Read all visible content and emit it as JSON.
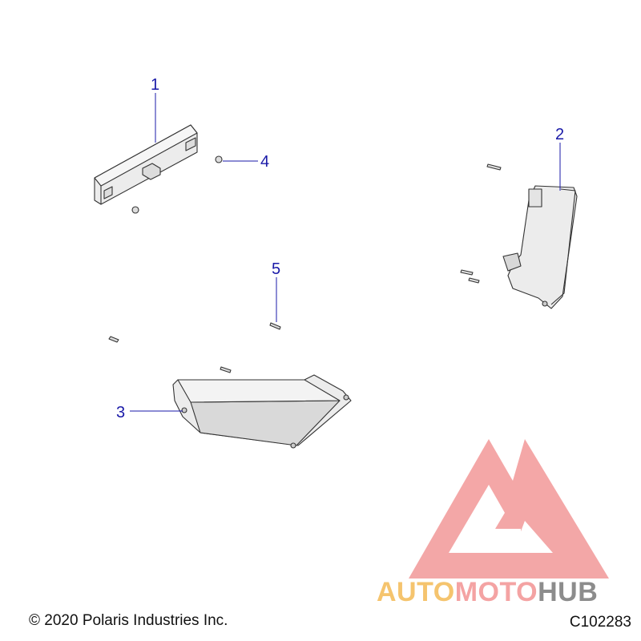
{
  "callouts": [
    {
      "id": "1",
      "label": "1"
    },
    {
      "id": "2",
      "label": "2"
    },
    {
      "id": "3",
      "label": "3"
    },
    {
      "id": "4",
      "label": "4"
    },
    {
      "id": "5",
      "label": "5"
    }
  ],
  "footer": {
    "copyright": "© 2020 Polaris Industries Inc.",
    "figure_code": "C102283"
  },
  "watermark": {
    "part1": "AUTO",
    "part2": "MOTO",
    "part3": "HUB",
    "colors": {
      "auto": "#f5c46e",
      "moto": "#f4a3a3",
      "hub": "#8c8c8c",
      "triangle": "#f08a8a"
    }
  },
  "colors": {
    "callout": "#1a1aa8",
    "line": "#333333",
    "part_fill": "#ececec"
  }
}
